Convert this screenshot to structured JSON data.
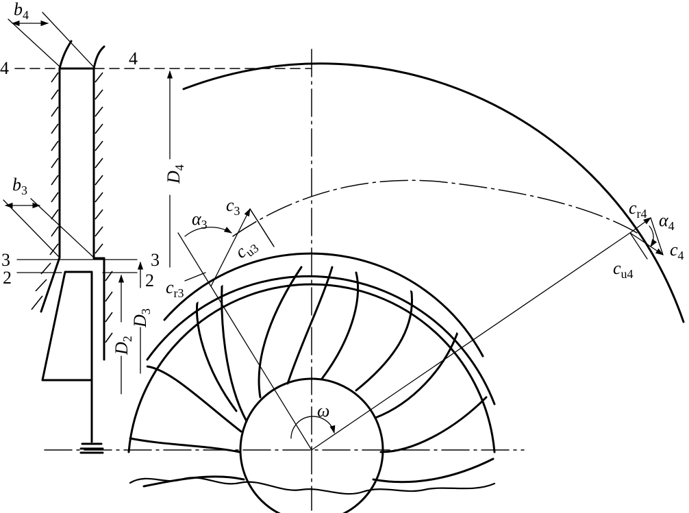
{
  "labels": {
    "b4": {
      "sym": "b",
      "sub": "4"
    },
    "b3": {
      "sym": "b",
      "sub": "3"
    },
    "sec4_left": "4",
    "sec4_right": "4",
    "sec3_left": "3",
    "sec3_right": "3",
    "sec2_left": "2",
    "sec2_right": "2",
    "D4": {
      "sym": "D",
      "sub": "4"
    },
    "D3": {
      "sym": "D",
      "sub": "3"
    },
    "D2": {
      "sym": "D",
      "sub": "2"
    },
    "alpha3": {
      "sym": "α",
      "sub": "3"
    },
    "c3": {
      "sym": "c",
      "sub": "3"
    },
    "cu3": {
      "sym": "c",
      "sub": "u3"
    },
    "cr3": {
      "sym": "c",
      "sub": "r3"
    },
    "cr4": {
      "sym": "c",
      "sub": "r4"
    },
    "alpha4": {
      "sym": "α",
      "sub": "4"
    },
    "c4": {
      "sym": "c",
      "sub": "4"
    },
    "cu4": {
      "sym": "c",
      "sub": "u4"
    },
    "omega": "ω"
  }
}
